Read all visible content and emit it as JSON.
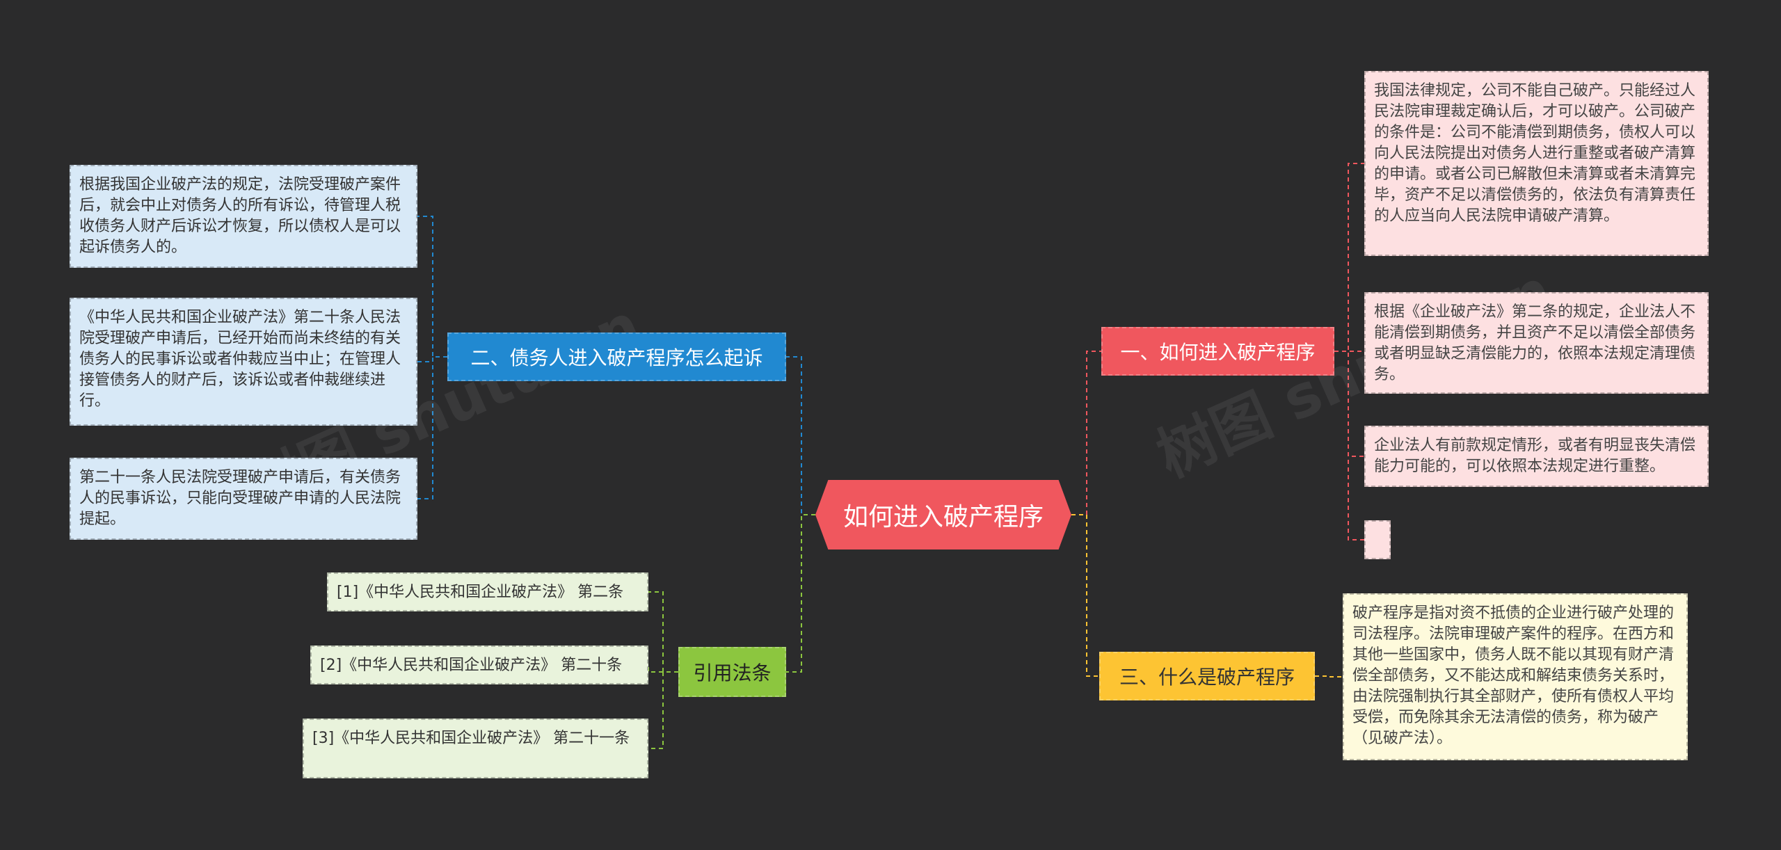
{
  "root": {
    "label": "如何进入破产程序"
  },
  "watermarks": [
    "树图 shutu.cn",
    "树图 shutu.cn"
  ],
  "branches": {
    "how_to_enter": {
      "label": "一、如何进入破产程序",
      "leaves": [
        "我国法律规定，公司不能自己破产。只能经过人民法院审理裁定确认后，才可以破产。公司破产的条件是：公司不能清偿到期债务，债权人可以向人民法院提出对债务人进行重整或者破产清算的申请。或者公司已解散但未清算或者未清算完毕，资产不足以清偿债务的，依法负有清算责任的人应当向人民法院申请破产清算。",
        "根据《企业破产法》第二条的规定，企业法人不能清偿到期债务，并且资产不足以清偿全部债务或者明显缺乏清偿能力的，依照本法规定清理债务。",
        "企业法人有前款规定情形，或者有明显丧失清偿能力可能的，可以依照本法规定进行重整。",
        ""
      ]
    },
    "what_is": {
      "label": "三、什么是破产程序",
      "leaves": [
        "破产程序是指对资不抵债的企业进行破产处理的司法程序。法院审理破产案件的程序。在西方和其他一些国家中，债务人既不能以其现有财产清偿全部债务，又不能达成和解结束债务关系时，由法院强制执行其全部财产，使所有债权人平均受偿，而免除其余无法清偿的债务，称为破产（见破产法）。"
      ]
    },
    "how_to_sue": {
      "label": "二、债务人进入破产程序怎么起诉",
      "leaves": [
        "根据我国企业破产法的规定，法院受理破产案件后，就会中止对债务人的所有诉讼，待管理人税收债务人财产后诉讼才恢复，所以债权人是可以起诉债务人的。",
        "《中华人民共和国企业破产法》第二十条人民法院受理破产申请后，已经开始而尚未终结的有关债务人的民事诉讼或者仲裁应当中止；在管理人接管债务人的财产后，该诉讼或者仲裁继续进行。",
        "第二十一条人民法院受理破产申请后，有关债务人的民事诉讼，只能向受理破产申请的人民法院提起。"
      ]
    },
    "citations": {
      "label": "引用法条",
      "leaves": [
        "[1]《中华人民共和国企业破产法》 第二条",
        "[2]《中华人民共和国企业破产法》 第二十条",
        "[3]《中华人民共和国企业破产法》 第二十一条"
      ]
    }
  },
  "colors": {
    "background": "#2b2b2c",
    "red": "#f0575e",
    "yellow": "#fdc433",
    "blue": "#2189d1",
    "green": "#8cc63f"
  }
}
